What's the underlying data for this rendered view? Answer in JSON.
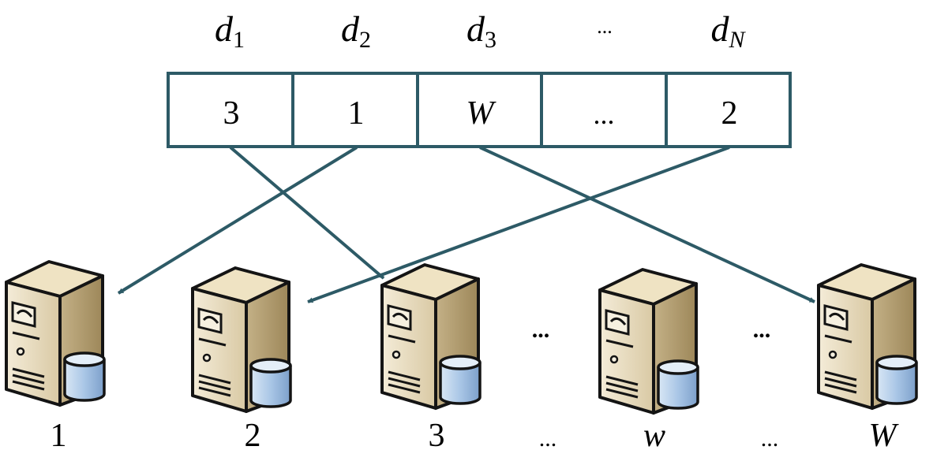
{
  "headers": [
    {
      "base": "d",
      "sub": "1"
    },
    {
      "base": "d",
      "sub": "2"
    },
    {
      "base": "d",
      "sub": "3"
    },
    {
      "text": "..."
    },
    {
      "base": "d",
      "sub": "N"
    }
  ],
  "cells": [
    "3",
    "1",
    "W",
    "...",
    "2"
  ],
  "server_labels": [
    "1",
    "2",
    "3",
    "...",
    "w",
    "...",
    "W"
  ],
  "gap_dots": [
    "...",
    "..."
  ],
  "mapping": [
    {
      "from_cell": 0,
      "to_server": 2
    },
    {
      "from_cell": 1,
      "to_server": 0
    },
    {
      "from_cell": 2,
      "to_server": 4
    },
    {
      "from_cell": 4,
      "to_server": 1
    }
  ],
  "colors": {
    "line": "#2d5a66",
    "server_light": "#f0e6cf",
    "server_mid": "#d2c19b",
    "server_dark": "#a48f64",
    "outline": "#141414",
    "cylinder": "#aac7e6",
    "cylinder_dark": "#6f94c2"
  }
}
